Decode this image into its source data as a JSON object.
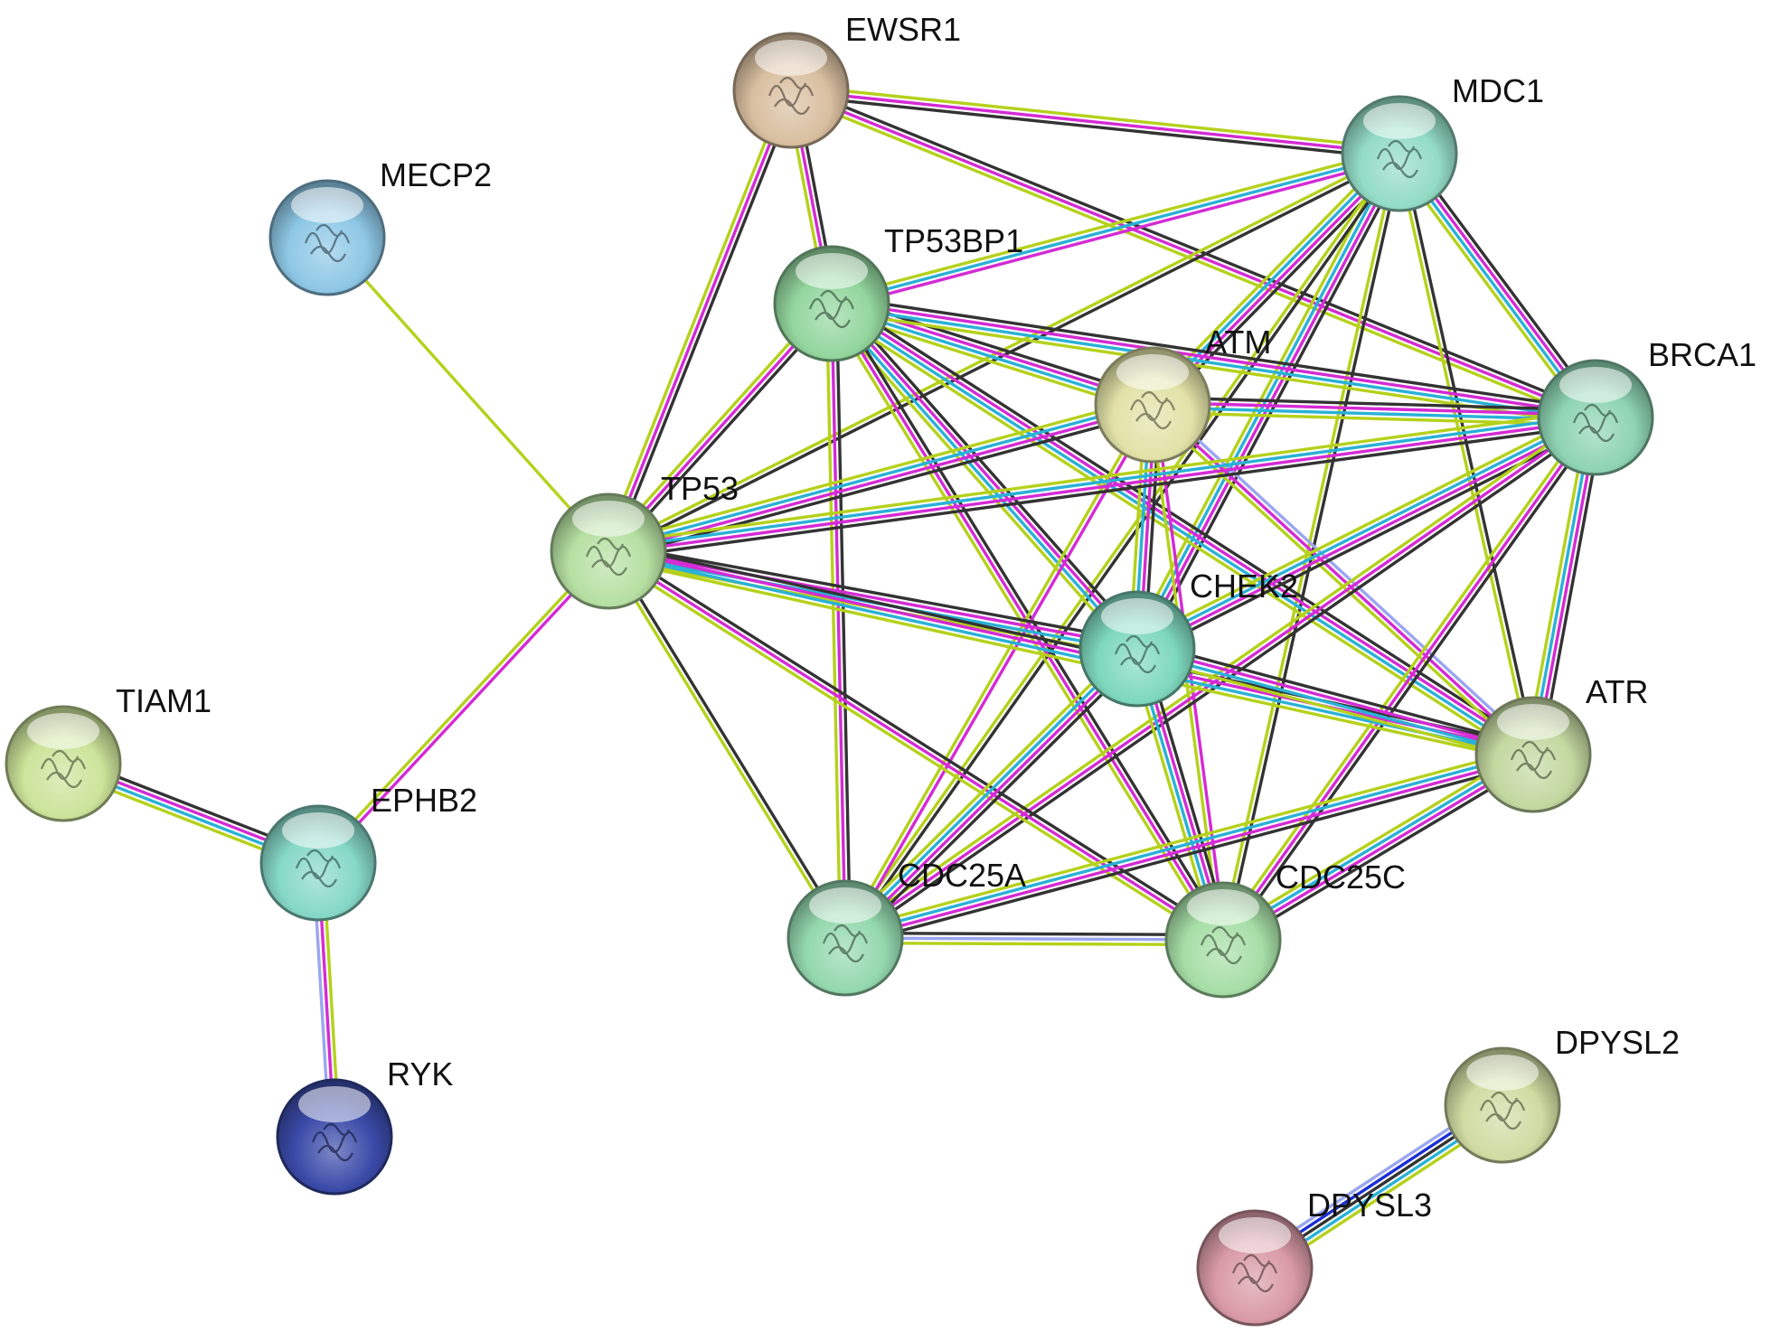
{
  "network": {
    "evidence_colors": {
      "cooccurrence": "#1b2fd6",
      "coexpression": "#333333",
      "database": "#2ab1d6",
      "experimental": "#d42bd4",
      "textmining": "#b5d11c",
      "homology": "#9aa6f0",
      "neighborhood": "#2a46c8"
    },
    "nodes": [
      {
        "id": "EWSR1",
        "label": "EWSR1",
        "color": "#d9bfa0"
      },
      {
        "id": "MDC1",
        "label": "MDC1",
        "color": "#93dcc5"
      },
      {
        "id": "MECP2",
        "label": "MECP2",
        "color": "#8ec8e6"
      },
      {
        "id": "TP53BP1",
        "label": "TP53BP1",
        "color": "#93d69e"
      },
      {
        "id": "ATM",
        "label": "ATM",
        "color": "#e2e2a8"
      },
      {
        "id": "BRCA1",
        "label": "BRCA1",
        "color": "#8ed4b3"
      },
      {
        "id": "TP53",
        "label": "TP53",
        "color": "#b6e0a2"
      },
      {
        "id": "CHEK2",
        "label": "CHEK2",
        "color": "#7ed8bd"
      },
      {
        "id": "ATR",
        "label": "ATR",
        "color": "#c3d8a0"
      },
      {
        "id": "TIAM1",
        "label": "TIAM1",
        "color": "#cce49a"
      },
      {
        "id": "EPHB2",
        "label": "EPHB2",
        "color": "#86d8c8"
      },
      {
        "id": "CDC25A",
        "label": "CDC25A",
        "color": "#94d8ae"
      },
      {
        "id": "CDC25C",
        "label": "CDC25C",
        "color": "#a6dea6"
      },
      {
        "id": "DPYSL2",
        "label": "DPYSL2",
        "color": "#d0dca2"
      },
      {
        "id": "RYK",
        "label": "RYK",
        "color": "#3a4aa8"
      },
      {
        "id": "DPYSL3",
        "label": "DPYSL3",
        "color": "#d99aa6"
      }
    ],
    "edges": [
      {
        "source": "MECP2",
        "target": "TP53",
        "evidence": [
          "textmining"
        ]
      },
      {
        "source": "TP53",
        "target": "EPHB2",
        "evidence": [
          "experimental",
          "textmining"
        ]
      },
      {
        "source": "TIAM1",
        "target": "EPHB2",
        "evidence": [
          "coexpression",
          "experimental",
          "database",
          "textmining"
        ]
      },
      {
        "source": "EPHB2",
        "target": "RYK",
        "evidence": [
          "textmining",
          "experimental",
          "homology"
        ]
      },
      {
        "source": "DPYSL2",
        "target": "DPYSL3",
        "evidence": [
          "textmining",
          "database",
          "coexpression",
          "cooccurrence",
          "homology"
        ]
      },
      {
        "source": "EWSR1",
        "target": "MDC1",
        "evidence": [
          "textmining",
          "experimental",
          "coexpression"
        ]
      },
      {
        "source": "EWSR1",
        "target": "TP53BP1",
        "evidence": [
          "coexpression",
          "experimental",
          "textmining"
        ]
      },
      {
        "source": "EWSR1",
        "target": "TP53",
        "evidence": [
          "coexpression",
          "experimental",
          "textmining"
        ]
      },
      {
        "source": "EWSR1",
        "target": "BRCA1",
        "evidence": [
          "coexpression",
          "experimental",
          "textmining"
        ]
      },
      {
        "source": "MDC1",
        "target": "TP53BP1",
        "evidence": [
          "experimental",
          "database",
          "textmining"
        ]
      },
      {
        "source": "MDC1",
        "target": "BRCA1",
        "evidence": [
          "coexpression",
          "experimental",
          "database",
          "textmining"
        ]
      },
      {
        "source": "MDC1",
        "target": "ATM",
        "evidence": [
          "coexpression",
          "experimental",
          "database",
          "textmining"
        ]
      },
      {
        "source": "MDC1",
        "target": "CHEK2",
        "evidence": [
          "coexpression",
          "experimental",
          "database",
          "textmining"
        ]
      },
      {
        "source": "MDC1",
        "target": "TP53",
        "evidence": [
          "coexpression",
          "textmining"
        ]
      },
      {
        "source": "MDC1",
        "target": "ATR",
        "evidence": [
          "coexpression",
          "textmining"
        ]
      },
      {
        "source": "MDC1",
        "target": "CDC25A",
        "evidence": [
          "coexpression",
          "textmining"
        ]
      },
      {
        "source": "MDC1",
        "target": "CDC25C",
        "evidence": [
          "coexpression",
          "textmining"
        ]
      },
      {
        "source": "TP53BP1",
        "target": "ATM",
        "evidence": [
          "coexpression",
          "experimental",
          "database",
          "textmining"
        ]
      },
      {
        "source": "TP53BP1",
        "target": "BRCA1",
        "evidence": [
          "coexpression",
          "experimental",
          "database",
          "textmining"
        ]
      },
      {
        "source": "TP53BP1",
        "target": "TP53",
        "evidence": [
          "coexpression",
          "experimental",
          "textmining"
        ]
      },
      {
        "source": "TP53BP1",
        "target": "CHEK2",
        "evidence": [
          "coexpression",
          "experimental",
          "database",
          "textmining"
        ]
      },
      {
        "source": "TP53BP1",
        "target": "ATR",
        "evidence": [
          "coexpression",
          "experimental",
          "database",
          "textmining"
        ]
      },
      {
        "source": "TP53BP1",
        "target": "CDC25A",
        "evidence": [
          "coexpression",
          "experimental",
          "textmining"
        ]
      },
      {
        "source": "TP53BP1",
        "target": "CDC25C",
        "evidence": [
          "coexpression",
          "experimental",
          "textmining"
        ]
      },
      {
        "source": "ATM",
        "target": "BRCA1",
        "evidence": [
          "coexpression",
          "experimental",
          "database",
          "textmining"
        ]
      },
      {
        "source": "ATM",
        "target": "TP53",
        "evidence": [
          "coexpression",
          "experimental",
          "database",
          "textmining"
        ]
      },
      {
        "source": "ATM",
        "target": "CHEK2",
        "evidence": [
          "coexpression",
          "experimental",
          "database",
          "textmining"
        ]
      },
      {
        "source": "ATM",
        "target": "ATR",
        "evidence": [
          "homology",
          "experimental",
          "textmining"
        ]
      },
      {
        "source": "ATM",
        "target": "CDC25A",
        "evidence": [
          "experimental",
          "textmining"
        ]
      },
      {
        "source": "ATM",
        "target": "CDC25C",
        "evidence": [
          "experimental",
          "textmining"
        ]
      },
      {
        "source": "BRCA1",
        "target": "TP53",
        "evidence": [
          "coexpression",
          "experimental",
          "database",
          "textmining"
        ]
      },
      {
        "source": "BRCA1",
        "target": "CHEK2",
        "evidence": [
          "coexpression",
          "experimental",
          "database",
          "textmining"
        ]
      },
      {
        "source": "BRCA1",
        "target": "ATR",
        "evidence": [
          "coexpression",
          "experimental",
          "database",
          "textmining"
        ]
      },
      {
        "source": "BRCA1",
        "target": "CDC25A",
        "evidence": [
          "coexpression",
          "experimental",
          "textmining"
        ]
      },
      {
        "source": "BRCA1",
        "target": "CDC25C",
        "evidence": [
          "coexpression",
          "experimental",
          "textmining"
        ]
      },
      {
        "source": "TP53",
        "target": "CHEK2",
        "evidence": [
          "coexpression",
          "experimental",
          "database",
          "textmining"
        ]
      },
      {
        "source": "TP53",
        "target": "ATR",
        "evidence": [
          "coexpression",
          "experimental",
          "database",
          "textmining"
        ]
      },
      {
        "source": "TP53",
        "target": "CDC25A",
        "evidence": [
          "coexpression",
          "textmining"
        ]
      },
      {
        "source": "TP53",
        "target": "CDC25C",
        "evidence": [
          "coexpression",
          "experimental",
          "textmining"
        ]
      },
      {
        "source": "CHEK2",
        "target": "ATR",
        "evidence": [
          "coexpression",
          "experimental",
          "database",
          "textmining"
        ]
      },
      {
        "source": "CHEK2",
        "target": "CDC25A",
        "evidence": [
          "coexpression",
          "experimental",
          "database",
          "textmining"
        ]
      },
      {
        "source": "CHEK2",
        "target": "CDC25C",
        "evidence": [
          "coexpression",
          "experimental",
          "database",
          "textmining"
        ]
      },
      {
        "source": "ATR",
        "target": "CDC25A",
        "evidence": [
          "coexpression",
          "experimental",
          "database",
          "textmining"
        ]
      },
      {
        "source": "ATR",
        "target": "CDC25C",
        "evidence": [
          "coexpression",
          "experimental",
          "database",
          "textmining"
        ]
      },
      {
        "source": "CDC25A",
        "target": "CDC25C",
        "evidence": [
          "coexpression",
          "homology",
          "textmining"
        ]
      }
    ]
  }
}
